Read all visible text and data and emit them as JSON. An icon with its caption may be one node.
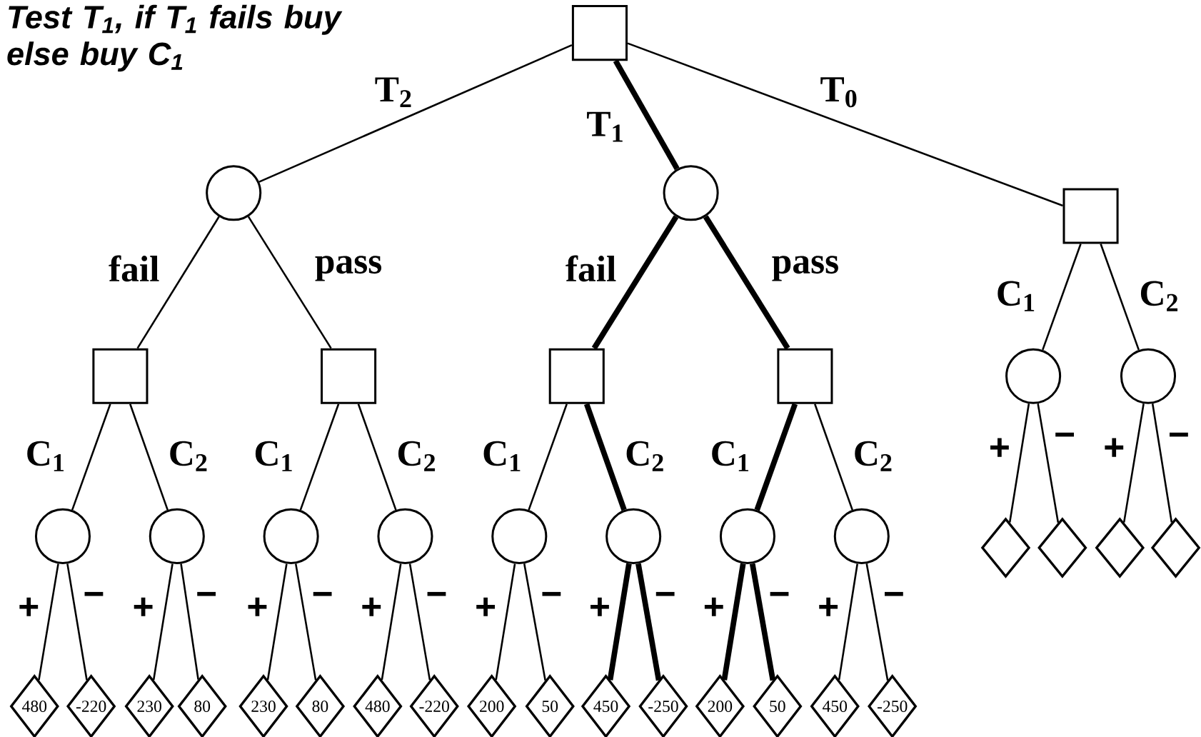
{
  "diagram": {
    "nodes": [
      {
        "text": [],
        "shape": "box"
      },
      {
        "text": [],
        "shape": "circle"
      },
      {
        "text": [],
        "shape": "circle"
      },
      {
        "text": [],
        "shape": "box"
      },
      {
        "text": [],
        "shape": "box"
      },
      {
        "text": [],
        "shape": "box"
      },
      {
        "text": [],
        "shape": "box"
      },
      {
        "text": [],
        "shape": "box"
      },
      {
        "text": [],
        "shape": "circle"
      },
      {
        "text": [],
        "shape": "circle"
      },
      {
        "text": [],
        "shape": "circle"
      },
      {
        "text": [],
        "shape": "circle"
      },
      {
        "text": [],
        "shape": "circle"
      },
      {
        "text": [],
        "shape": "circle"
      },
      {
        "text": [],
        "shape": "circle"
      },
      {
        "text": [],
        "shape": "circle"
      },
      {
        "text": [],
        "shape": "circle"
      },
      {
        "text": [],
        "shape": "circle"
      },
      {
        "text": [],
        "shape": "diamond"
      },
      {
        "text": [],
        "shape": "diamond"
      },
      {
        "text": [],
        "shape": "diamond"
      },
      {
        "text": [],
        "shape": "diamond"
      },
      {
        "text": [
          "480"
        ]
      },
      {
        "text": [
          "-220"
        ]
      },
      {
        "text": [
          "230"
        ]
      },
      {
        "text": [
          "80"
        ]
      },
      {
        "text": [
          "230"
        ]
      },
      {
        "text": [
          "80"
        ]
      },
      {
        "text": [
          "480"
        ]
      },
      {
        "text": [
          "-220"
        ]
      },
      {
        "text": [
          "200"
        ]
      },
      {
        "text": [
          "50"
        ]
      },
      {
        "text": [
          "450"
        ]
      },
      {
        "text": [
          "-250"
        ]
      },
      {
        "text": [
          "200"
        ]
      },
      {
        "text": [
          "50"
        ]
      },
      {
        "text": [
          "450"
        ]
      },
      {
        "text": [
          "-250"
        ]
      }
    ],
    "edges": [
      {
        "from": 0,
        "to": 1,
        "arrow": "none",
        "label": "T$_{2}$"
      },
      {
        "from": 0,
        "to": 2,
        "arrow": "none",
        "label": "T$_{1}$",
        "style": "thick"
      },
      {
        "from": 0,
        "to": 3,
        "arrow": "none",
        "label": "T$_{0}$"
      },
      {
        "from": 1,
        "to": 4,
        "arrow": "none",
        "label": "fail"
      },
      {
        "from": 1,
        "to": 5,
        "arrow": "none",
        "label": "pass"
      },
      {
        "from": 2,
        "to": 6,
        "arrow": "none",
        "label": "fail",
        "style": "thick"
      },
      {
        "from": 2,
        "to": 7,
        "arrow": "none",
        "label": "pass",
        "style": "thick"
      },
      {
        "from": 3,
        "to": 8,
        "arrow": "none",
        "label": "C$_{1}$"
      },
      {
        "from": 3,
        "to": 9,
        "arrow": "none",
        "label": "C$_{2}$"
      },
      {
        "from": 4,
        "to": 10,
        "arrow": "none",
        "label": "C$_{1}$"
      },
      {
        "from": 4,
        "to": 11,
        "arrow": "none",
        "label": "C$_{2}$"
      },
      {
        "from": 5,
        "to": 12,
        "arrow": "none",
        "label": "C$_{1}$"
      },
      {
        "from": 5,
        "to": 13,
        "arrow": "none",
        "label": "C$_{2}$"
      },
      {
        "from": 6,
        "to": 14,
        "arrow": "none",
        "label": "C$_{1}$"
      },
      {
        "from": 6,
        "to": 15,
        "arrow": "none",
        "label": "C$_{2}$",
        "style": "thick"
      },
      {
        "from": 7,
        "to": 16,
        "arrow": "none",
        "label": "C$_{1}$",
        "style": "thick"
      },
      {
        "from": 7,
        "to": 17,
        "arrow": "none",
        "label": "C$_{2}$"
      },
      {
        "from": 8,
        "to": 18,
        "arrow": "none",
        "label": "+"
      },
      {
        "from": 8,
        "to": 19,
        "arrow": "none",
        "label": "−"
      },
      {
        "from": 9,
        "to": 20,
        "arrow": "none",
        "label": "+"
      },
      {
        "from": 9,
        "to": 21,
        "arrow": "none",
        "label": "−"
      },
      {
        "from": 10,
        "to": 22,
        "arrow": "none",
        "label": "+"
      },
      {
        "from": 10,
        "to": 23,
        "arrow": "none",
        "label": "−"
      },
      {
        "from": 11,
        "to": 24,
        "arrow": "none",
        "label": "+"
      },
      {
        "from": 11,
        "to": 25,
        "arrow": "none",
        "label": "−"
      },
      {
        "from": 12,
        "to": 26,
        "arrow": "none",
        "label": "+"
      },
      {
        "from": 12,
        "to": 27,
        "arrow": "none",
        "label": "−"
      },
      {
        "from": 13,
        "to": 28,
        "arrow": "none",
        "label": "+"
      },
      {
        "from": 13,
        "to": 29,
        "arrow": "none",
        "label": "−"
      },
      {
        "from": 14,
        "to": 30,
        "arrow": "none",
        "label": "+"
      },
      {
        "from": 14,
        "to": 31,
        "arrow": "none",
        "label": "−"
      },
      {
        "from": 15,
        "to": 32,
        "arrow": "none",
        "label": "+",
        "style": "thick"
      },
      {
        "from": 15,
        "to": 33,
        "arrow": "none",
        "label": "−",
        "style": "thick"
      },
      {
        "from": 16,
        "to": 34,
        "arrow": "none",
        "label": "+",
        "style": "thick"
      },
      {
        "from": 16,
        "to": 35,
        "arrow": "none",
        "label": "−",
        "style": "thick"
      },
      {
        "from": 17,
        "to": 36,
        "arrow": "none",
        "label": "+"
      },
      {
        "from": 17,
        "to": 37,
        "arrow": "none",
        "label": "−"
      }
    ],
    "labels": [
      "Test T$_{1}$, if T$_{1}$ fails buy else buy C$_{1}$"
    ]
  }
}
